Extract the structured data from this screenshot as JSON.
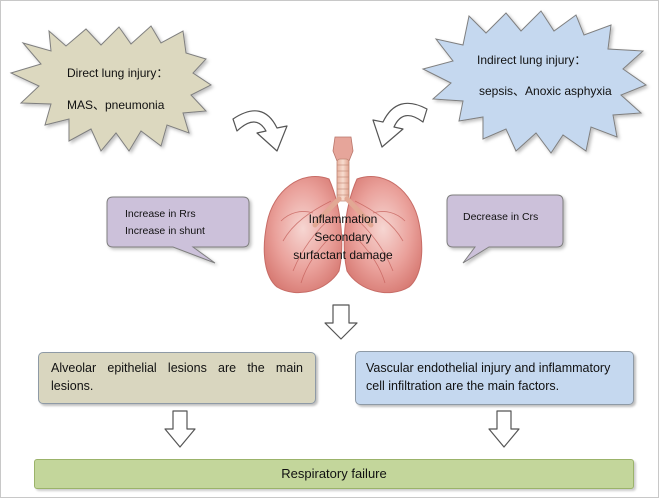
{
  "direct_injury": {
    "title": "Direct lung injury：",
    "causes": "MAS、pneumonia"
  },
  "indirect_injury": {
    "title": "Indirect lung injury：",
    "causes": "sepsis、Anoxic asphyxia"
  },
  "left_bubble": {
    "line1": "Increase in Rrs",
    "line2": "Increase in shunt"
  },
  "right_bubble": {
    "line1": "Decrease in Crs"
  },
  "lungs": {
    "line1": "Inflammation",
    "line2": "Secondary",
    "line3": "surfactant damage"
  },
  "alveolar_box": {
    "text": "Alveolar epithelial lesions are the main lesions."
  },
  "vascular_box": {
    "text": "Vascular endothelial injury and inflammatory cell infiltration are the main factors."
  },
  "outcome": {
    "text": "Respiratory failure"
  },
  "colors": {
    "direct_burst": "#dcd8bf",
    "indirect_burst": "#c5d8ef",
    "bubble": "#ccc1da",
    "alveolar_box": "#d9d6bf",
    "vascular_box": "#c5d8ef",
    "outcome_bar": "#c3d69b",
    "lung_tissue": "#e79a95"
  }
}
